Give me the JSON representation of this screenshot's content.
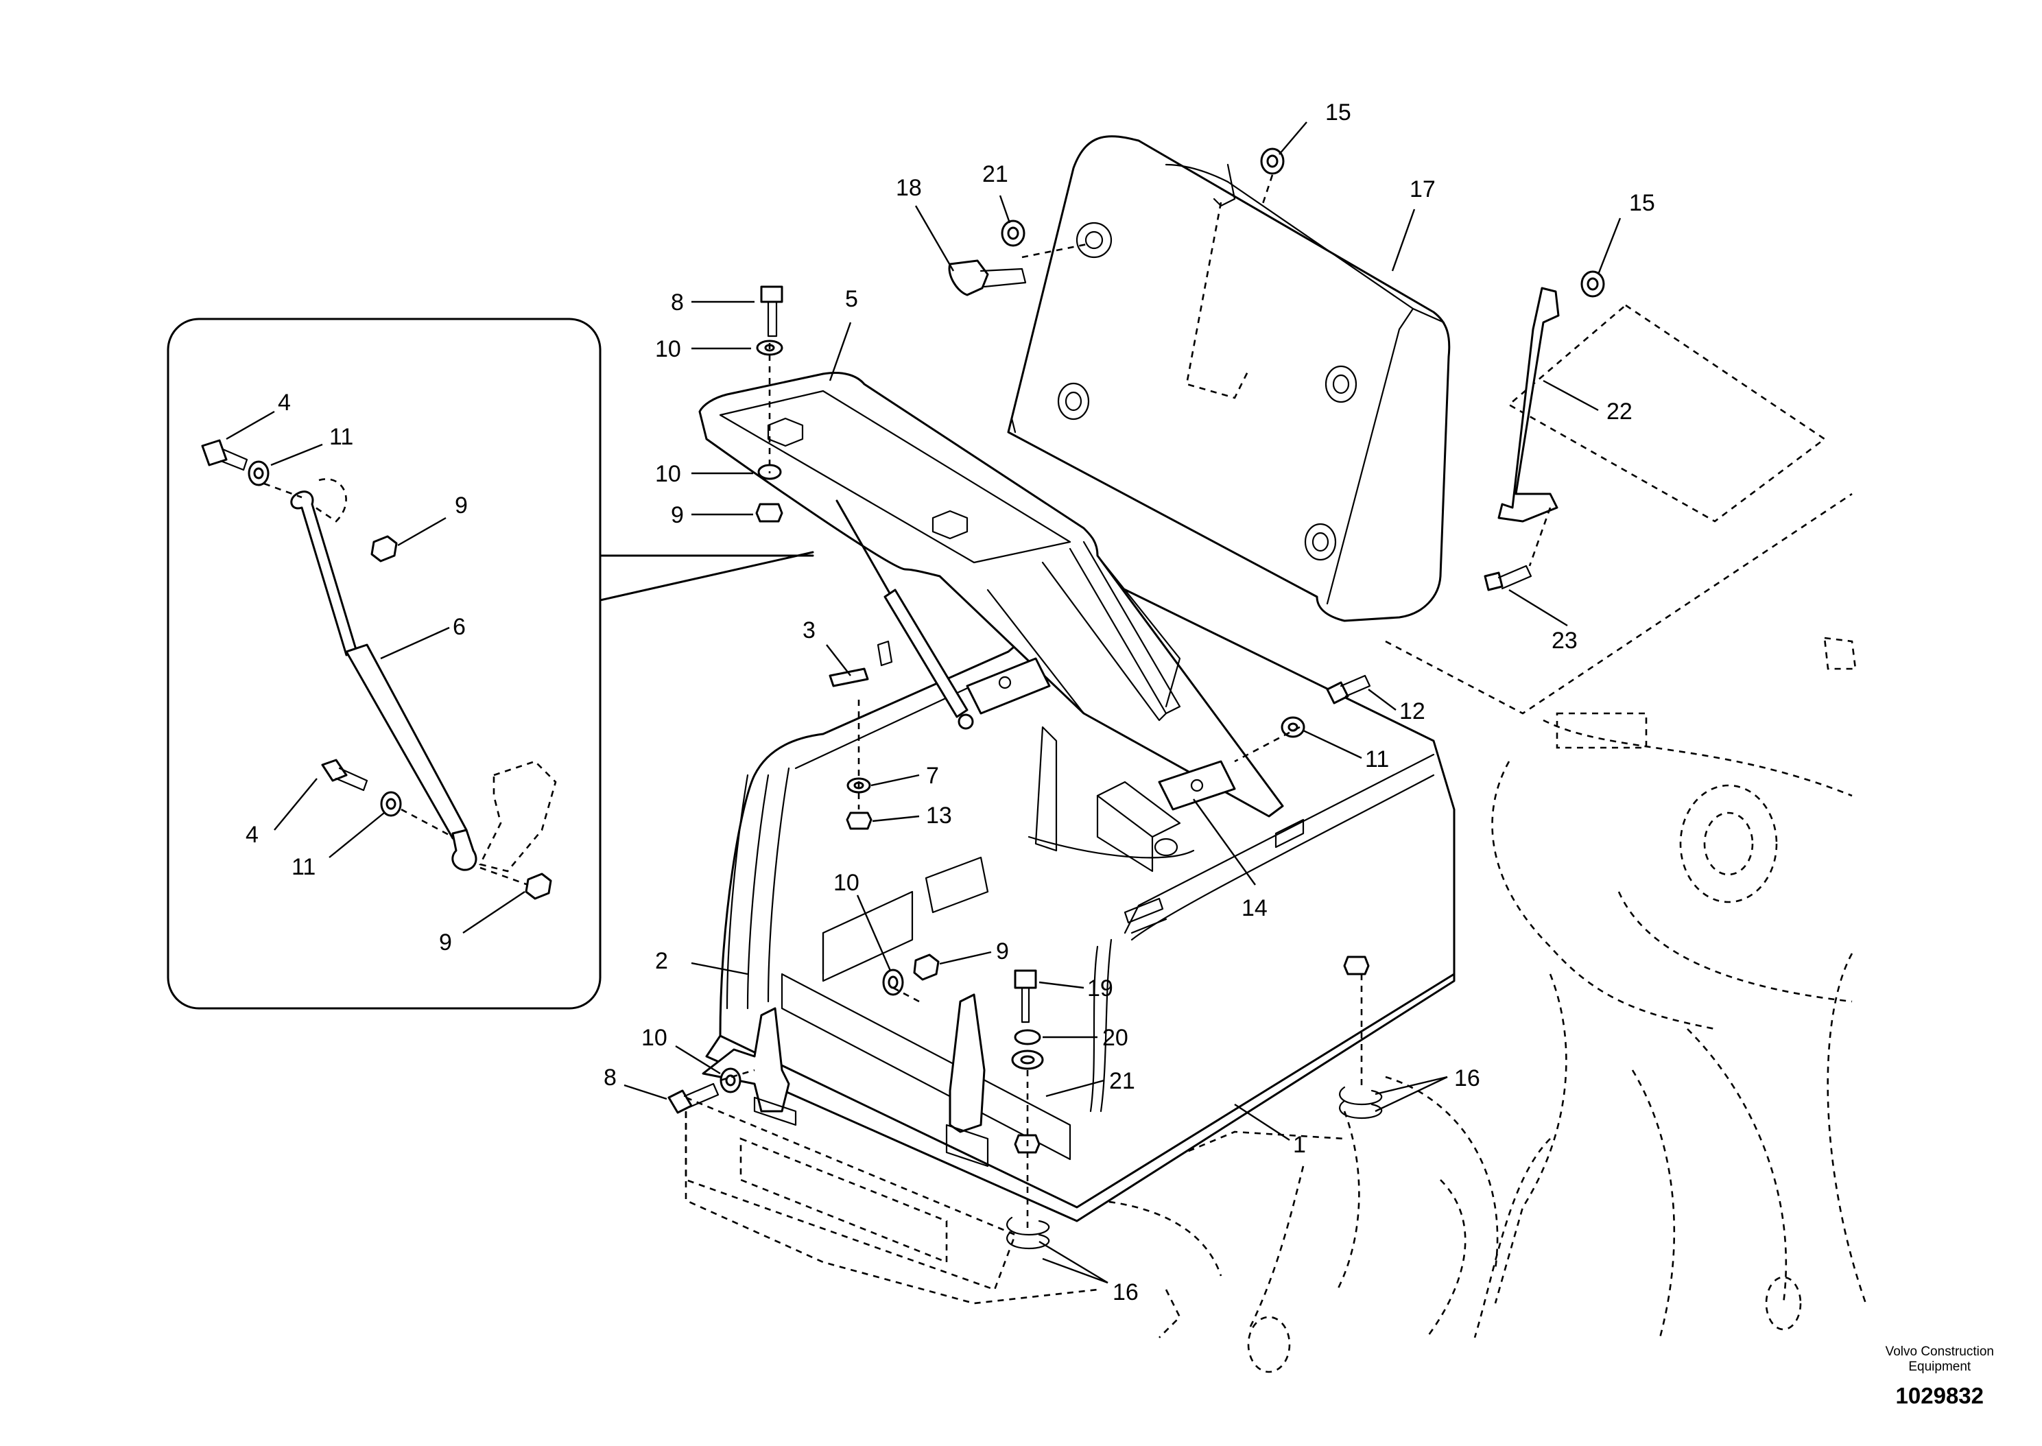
{
  "callouts": [
    {
      "n": "15"
    },
    {
      "n": "21"
    },
    {
      "n": "18"
    },
    {
      "n": "17"
    },
    {
      "n": "15"
    },
    {
      "n": "8"
    },
    {
      "n": "5"
    },
    {
      "n": "10"
    },
    {
      "n": "22"
    },
    {
      "n": "4"
    },
    {
      "n": "11"
    },
    {
      "n": "10"
    },
    {
      "n": "9"
    },
    {
      "n": "9"
    },
    {
      "n": "23"
    },
    {
      "n": "6"
    },
    {
      "n": "3"
    },
    {
      "n": "12"
    },
    {
      "n": "11"
    },
    {
      "n": "7"
    },
    {
      "n": "13"
    },
    {
      "n": "4"
    },
    {
      "n": "14"
    },
    {
      "n": "11"
    },
    {
      "n": "10"
    },
    {
      "n": "9"
    },
    {
      "n": "9"
    },
    {
      "n": "2"
    },
    {
      "n": "19"
    },
    {
      "n": "20"
    },
    {
      "n": "10"
    },
    {
      "n": "21"
    },
    {
      "n": "8"
    },
    {
      "n": "16"
    },
    {
      "n": "1"
    },
    {
      "n": "16"
    }
  ],
  "brand": {
    "line1": "Volvo Construction",
    "line2": "Equipment",
    "drawing_number": "1029832"
  }
}
